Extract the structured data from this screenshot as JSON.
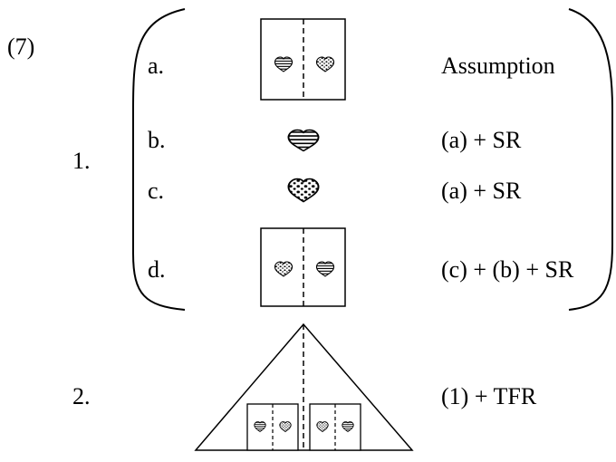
{
  "example_number": "(7)",
  "steps": [
    {
      "number": "1.",
      "lines": [
        {
          "label": "a.",
          "justification": "Assumption",
          "figure": "box-striped-dotted-hearts"
        },
        {
          "label": "b.",
          "justification": "(a) + SR",
          "figure": "striped-heart"
        },
        {
          "label": "c.",
          "justification": "(a) + SR",
          "figure": "dotted-heart"
        },
        {
          "label": "d.",
          "justification": "(c) + (b) + SR",
          "figure": "box-dotted-striped-hearts"
        }
      ]
    },
    {
      "number": "2.",
      "justification": "(1) + TFR",
      "figure": "triangle-with-two-boxes"
    }
  ],
  "colors": {
    "ink": "#000000",
    "background": "#ffffff"
  }
}
